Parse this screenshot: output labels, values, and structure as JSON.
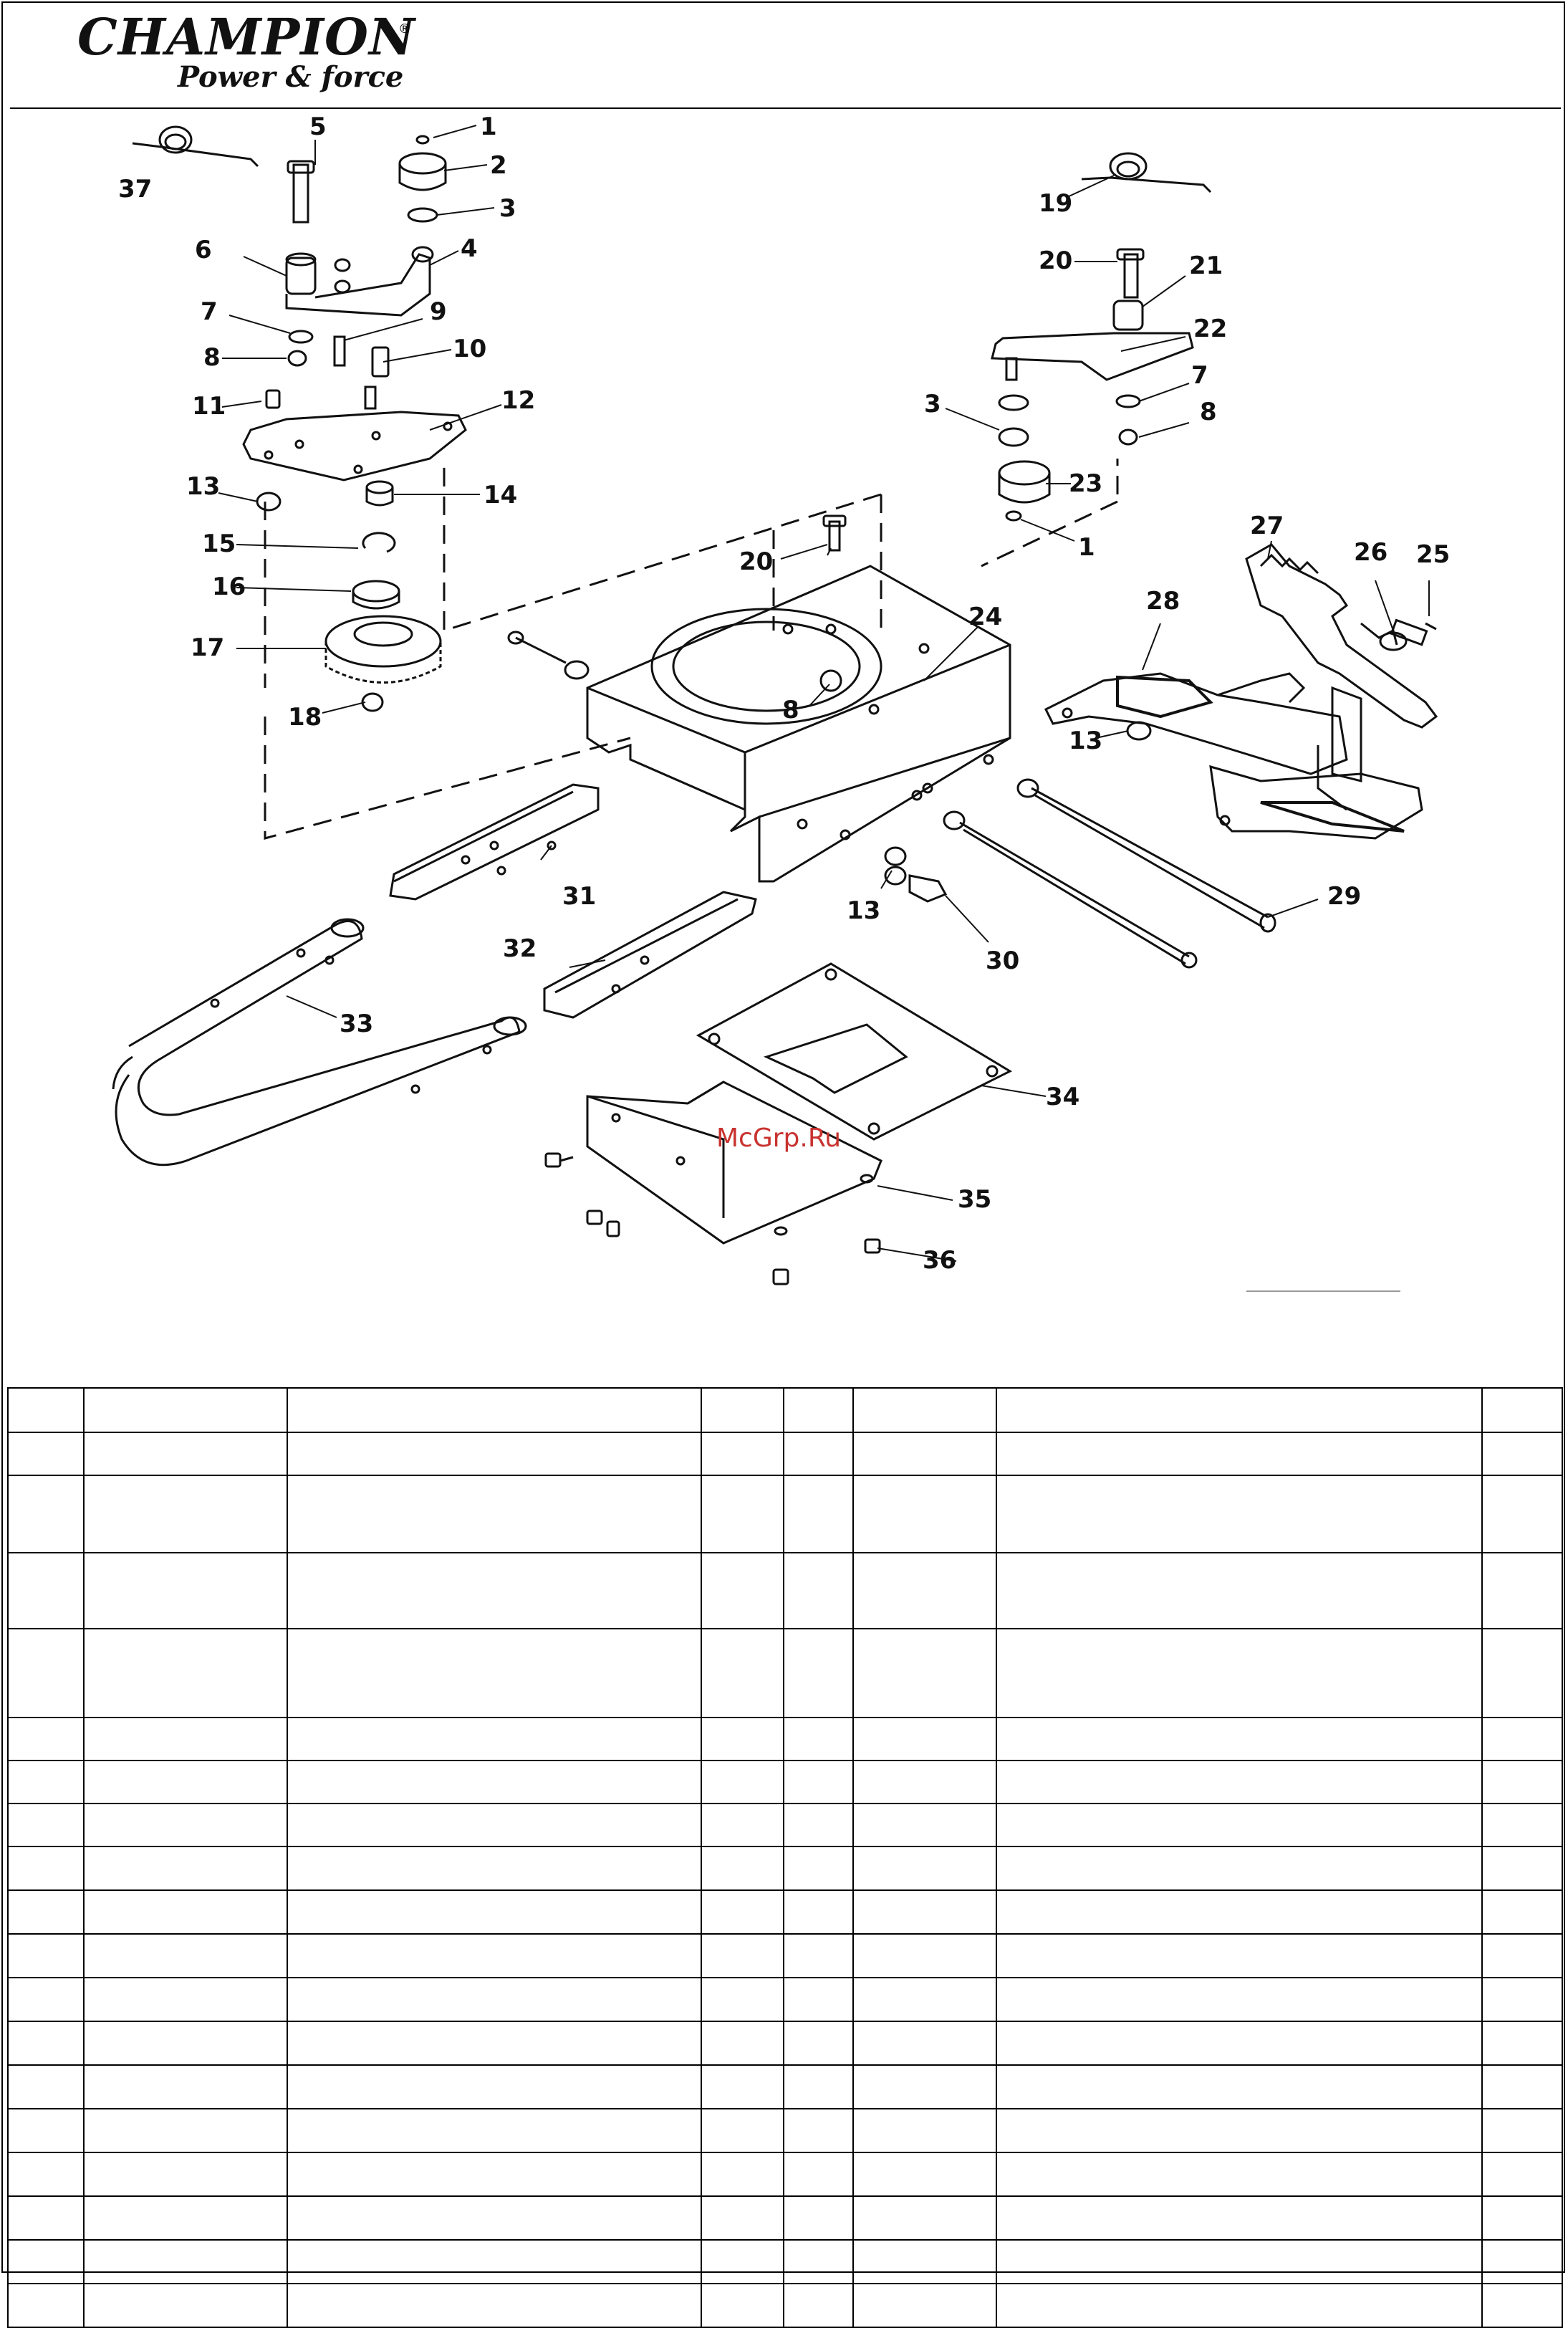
{
  "header": {
    "brand": "CHAMPION",
    "brand_registered": "®",
    "tagline": "Power & force"
  },
  "diagram": {
    "watermark": "McGrp.Ru",
    "callouts": {
      "c37": "37",
      "c5": "5",
      "c1a": "1",
      "c2": "2",
      "c3a": "3",
      "c6": "6",
      "c4": "4",
      "c7a": "7",
      "c9": "9",
      "c8a": "8",
      "c10": "10",
      "c11": "11",
      "c12": "12",
      "c13a": "13",
      "c14": "14",
      "c15": "15",
      "c16": "16",
      "c17": "17",
      "c18": "18",
      "c19": "19",
      "c20a": "20",
      "c21": "21",
      "c22": "22",
      "c7b": "7",
      "c3b": "3",
      "c8b": "8",
      "c23": "23",
      "c1b": "1",
      "c27": "27",
      "c26": "26",
      "c25": "25",
      "c28": "28",
      "c20b": "20",
      "c24": "24",
      "c8c": "8",
      "c13b": "13",
      "c31": "31",
      "c13c": "13",
      "c30": "30",
      "c29": "29",
      "c32": "32",
      "c33": "33",
      "c34": "34",
      "c35": "35",
      "c36": "36"
    }
  },
  "parts_table": {
    "row_count": 19
  }
}
